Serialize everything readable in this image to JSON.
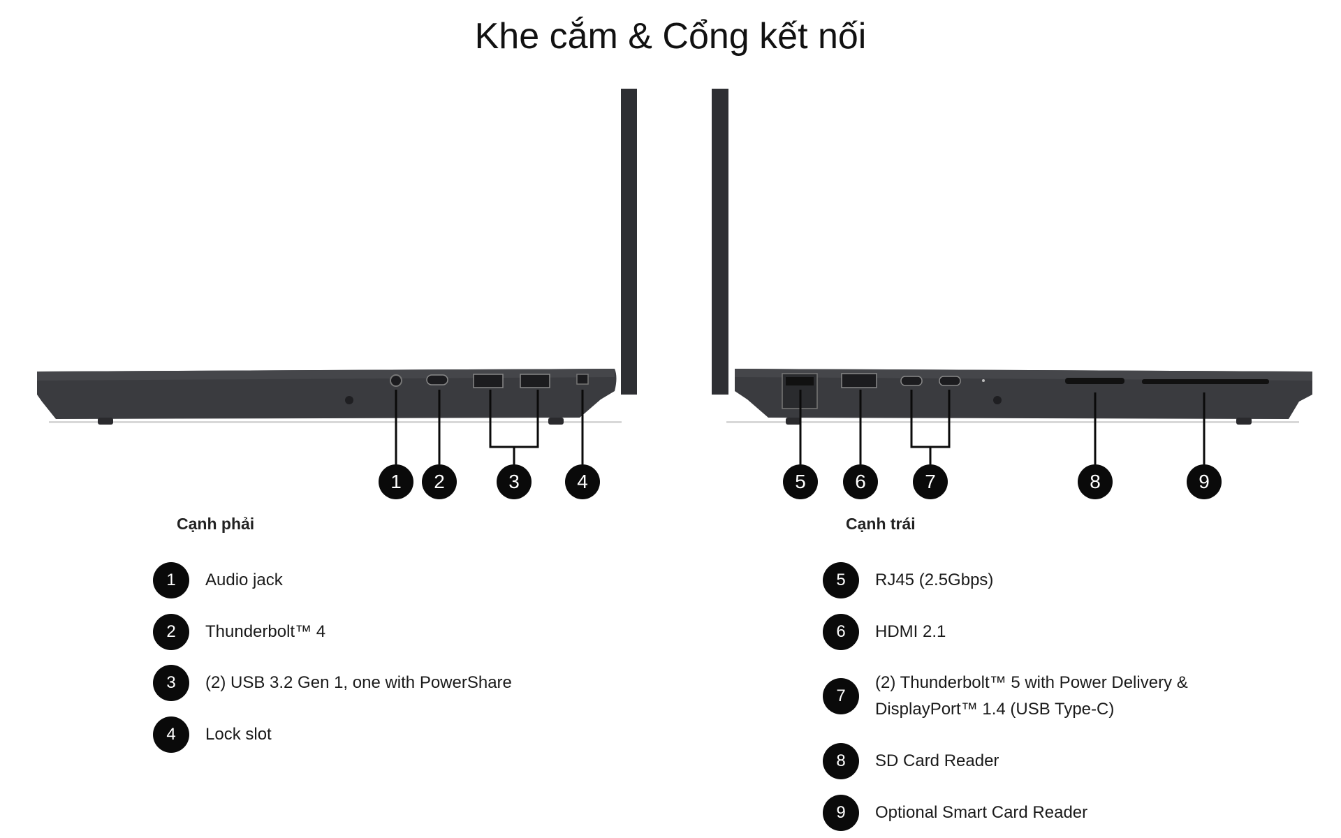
{
  "title": "Khe cắm & Cổng kết nối",
  "right_side": {
    "heading": "Cạnh phải",
    "items": [
      {
        "num": "1",
        "label": "Audio jack"
      },
      {
        "num": "2",
        "label": "Thunderbolt™ 4"
      },
      {
        "num": "3",
        "label": "(2) USB 3.2 Gen 1, one with PowerShare"
      },
      {
        "num": "4",
        "label": "Lock slot"
      }
    ]
  },
  "left_side": {
    "heading": "Cạnh trái",
    "items": [
      {
        "num": "5",
        "label": "RJ45 (2.5Gbps)"
      },
      {
        "num": "6",
        "label": "HDMI 2.1"
      },
      {
        "num": "7",
        "label": "(2) Thunderbolt™ 5 with Power Delivery &",
        "label2": "DisplayPort™ 1.4 (USB Type-C)"
      },
      {
        "num": "8",
        "label": "SD Card Reader"
      },
      {
        "num": "9",
        "label": "Optional Smart Card Reader"
      }
    ]
  },
  "colors": {
    "chassis": "#3a3b3f",
    "accent": "#0a0a0a"
  }
}
